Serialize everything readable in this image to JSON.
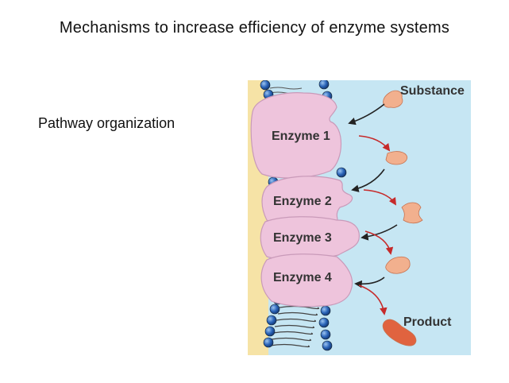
{
  "slide": {
    "title": "Mechanisms to increase efficiency of enzyme systems",
    "bullet": "Pathway organization"
  },
  "figure": {
    "substance_label": "Substance",
    "product_label": "Product",
    "enzymes": [
      "Enzyme 1",
      "Enzyme 2",
      "Enzyme 3",
      "Enzyme 4"
    ],
    "colors": {
      "background": "#c6e6f3",
      "membrane_inner": "#f6e3a6",
      "enzyme": "#eec4dc",
      "enzyme_stroke": "#c99ab9",
      "phospholipid_head": "#2a64b8",
      "intermediate": "#f2b08e",
      "product": "#e0633f",
      "arrow_red": "#c62a2a",
      "arrow_black": "#222222"
    }
  }
}
